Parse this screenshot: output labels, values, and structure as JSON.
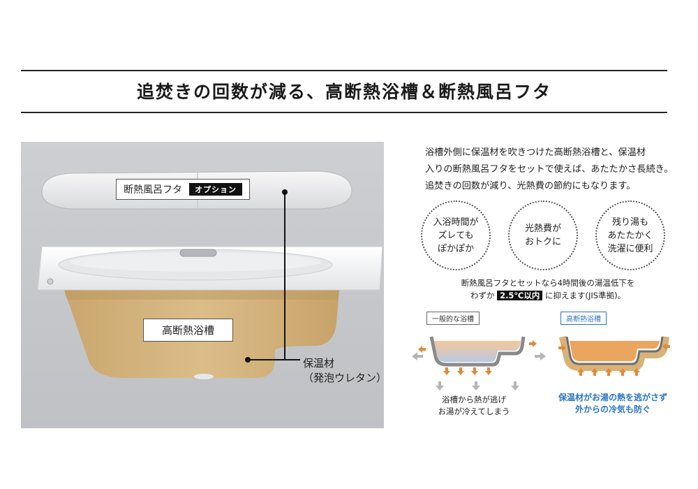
{
  "headline": "追焚きの回数が減る、高断熱浴槽＆断熱風呂フタ",
  "photo": {
    "lid_label": "断熱風呂フタ",
    "lid_badge": "オプション",
    "tub_label": "高断熱浴槽",
    "insulation_label_line1": "保温材",
    "insulation_label_line2": "（発泡ウレタン）"
  },
  "description": {
    "line1": "浴槽外側に保温材を吹きつけた高断熱浴槽と、保温材",
    "line2": "入りの断熱風呂フタをセットで使えば、あたたかさ長続き。",
    "line3": "追焚きの回数が減り、光熱費の節約にもなります。"
  },
  "benefits": [
    {
      "line1": "入浴時間が",
      "line2": "ズレても",
      "line3": "ぽかぽか"
    },
    {
      "line1": "光熱費が",
      "line2": "おトクに",
      "line3": ""
    },
    {
      "line1": "残り湯も",
      "line2": "あたたかく",
      "line3": "洗濯に便利"
    }
  ],
  "note": {
    "line1": "断熱風呂フタとセットなら4時間後の湯温低下を",
    "prefix": "わずか",
    "highlight": "2.5℃以内",
    "suffix": "に抑えます(JIS準拠)。"
  },
  "comparison": {
    "general": {
      "tag": "一般的な浴槽",
      "caption_line1": "浴槽から熱が逃げ",
      "caption_line2": "お湯が冷えてしまう"
    },
    "high": {
      "tag": "高断熱浴槽",
      "caption_line1": "保温材がお湯の熱を逃がさず",
      "caption_line2": "外からの冷気も防ぐ"
    }
  },
  "colors": {
    "accent_blue": "#2a74c2",
    "insulation_tan": "#d6b782",
    "water_orange": "#eaa55e",
    "arrow_orange": "#e08a3c"
  }
}
